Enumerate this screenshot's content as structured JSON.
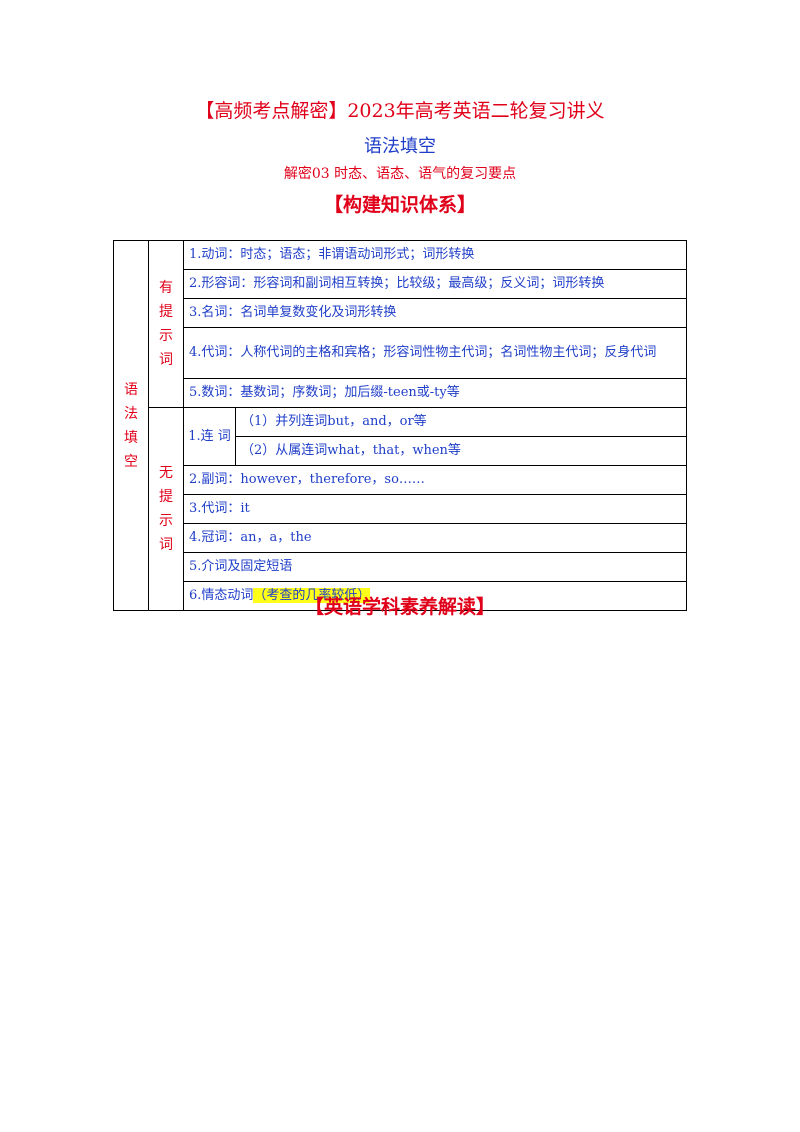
{
  "header": {
    "title_line1": "【高频考点解密】2023年高考英语二轮复习讲义",
    "title_line2": "语法填空",
    "title_line3": "解密03  时态、语态、语气的复习要点",
    "section1": "【构建知识体系】",
    "section2": "【英语学科素养解读】"
  },
  "table": {
    "main_label": [
      "语",
      "法",
      "填",
      "空"
    ],
    "group_hint_label": [
      "有",
      "提",
      "示",
      "词"
    ],
    "group_nohint_label": [
      "无",
      "提",
      "示",
      "词"
    ],
    "hint_rows": [
      "1.动词：时态；语态；非谓语动词形式；词形转换",
      "2.形容词：形容词和副词相互转换；比较级；最高级；反义词；词形转换",
      "3.名词：名词单复数变化及词形转换",
      "4.代词：人称代词的主格和宾格；形容词性物主代词；名词性物主代词；反身代词",
      "5.数词：基数词；序数词；加后缀-teen或-ty等"
    ],
    "conj_label": [
      "1.连",
      "词"
    ],
    "conj_rows": [
      "（1）并列连词but，and，or等",
      "（2）从属连词what，that，when等"
    ],
    "nohint_rows": [
      "2.副词：however，therefore，so……",
      "3.代词：it",
      "4.冠词：an，a，the",
      "5.介词及固定短语"
    ],
    "modal_row": "6.情态动词",
    "modal_note": "（考查的几率较低）"
  }
}
